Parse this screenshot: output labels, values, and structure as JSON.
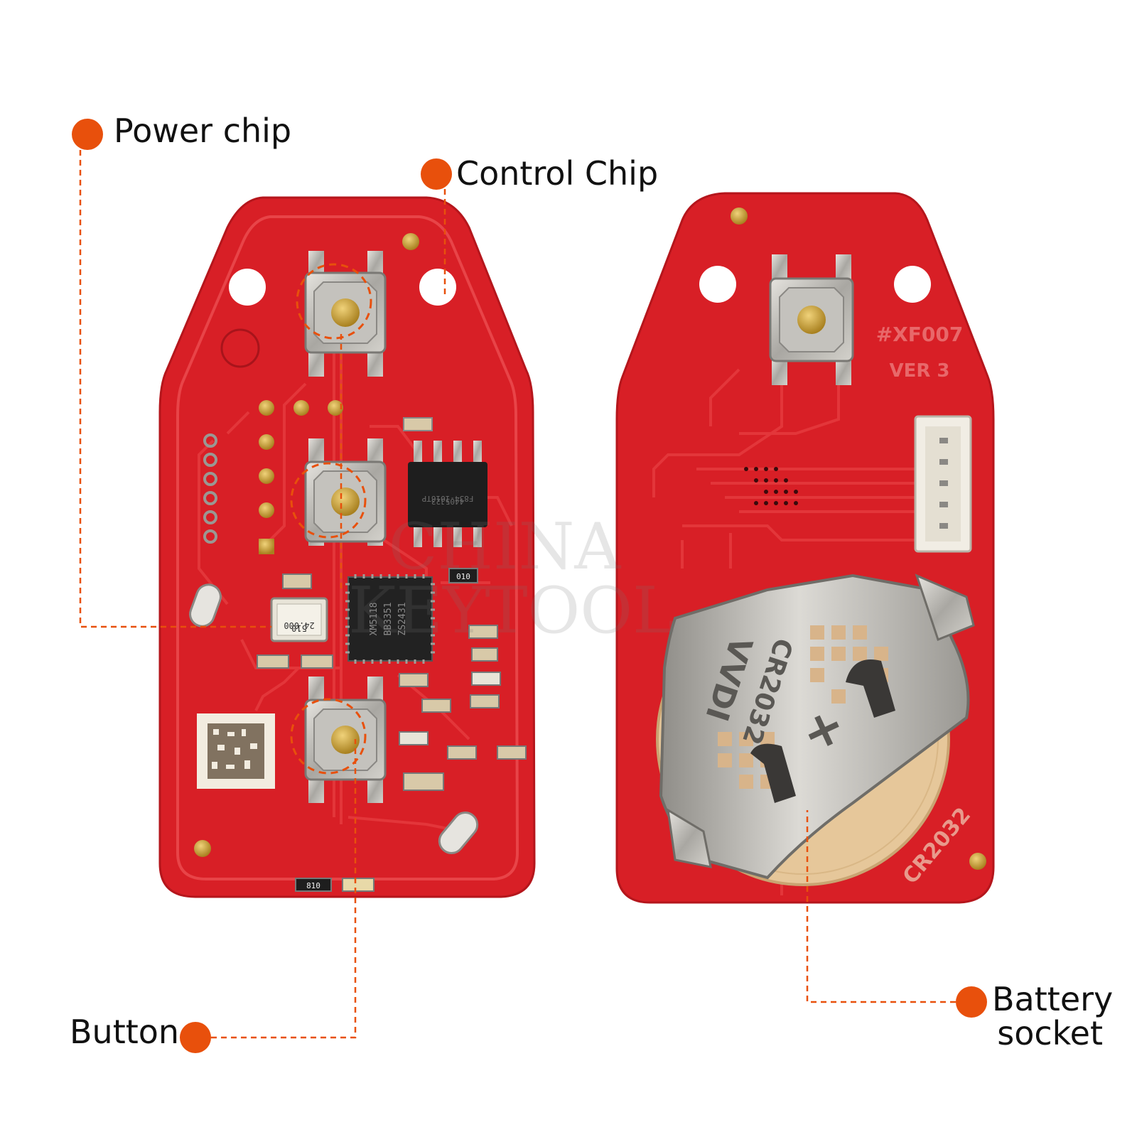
{
  "colors": {
    "accent": "#e8500c",
    "pcb_red": "#d81f26",
    "pcb_dark_red": "#a8141b",
    "trace_red": "#e3363a",
    "metal": "#b8b6b2",
    "gold": "#c9a23a",
    "ic_black": "#1e1e1e"
  },
  "callouts": {
    "power_chip": {
      "label": "Power chip"
    },
    "control_chip": {
      "label": "Control Chip"
    },
    "button": {
      "label": "Button"
    },
    "battery_socket": {
      "label_line1": "Battery",
      "label_line2": "socket"
    }
  },
  "front_board": {
    "crystal_top": "24.000",
    "crystal_bottom": "510",
    "main_ic_line1": "XM5118",
    "main_ic_line2": "BB3351",
    "main_ic_line3": "ZS2431",
    "power_ic_line1": "4405J23",
    "power_ic_line2": "F834-1016TP",
    "resistor_1": "010",
    "resistor_2": "810"
  },
  "back_board": {
    "part_no": "#XF007",
    "version": "VER 3",
    "battery_type": "CR2032",
    "clip_brand": "VVDI",
    "clip_cell": "CR2032",
    "polarity": "+"
  },
  "watermark": {
    "line1": "CHINA",
    "line2": "KEYTOOL"
  }
}
